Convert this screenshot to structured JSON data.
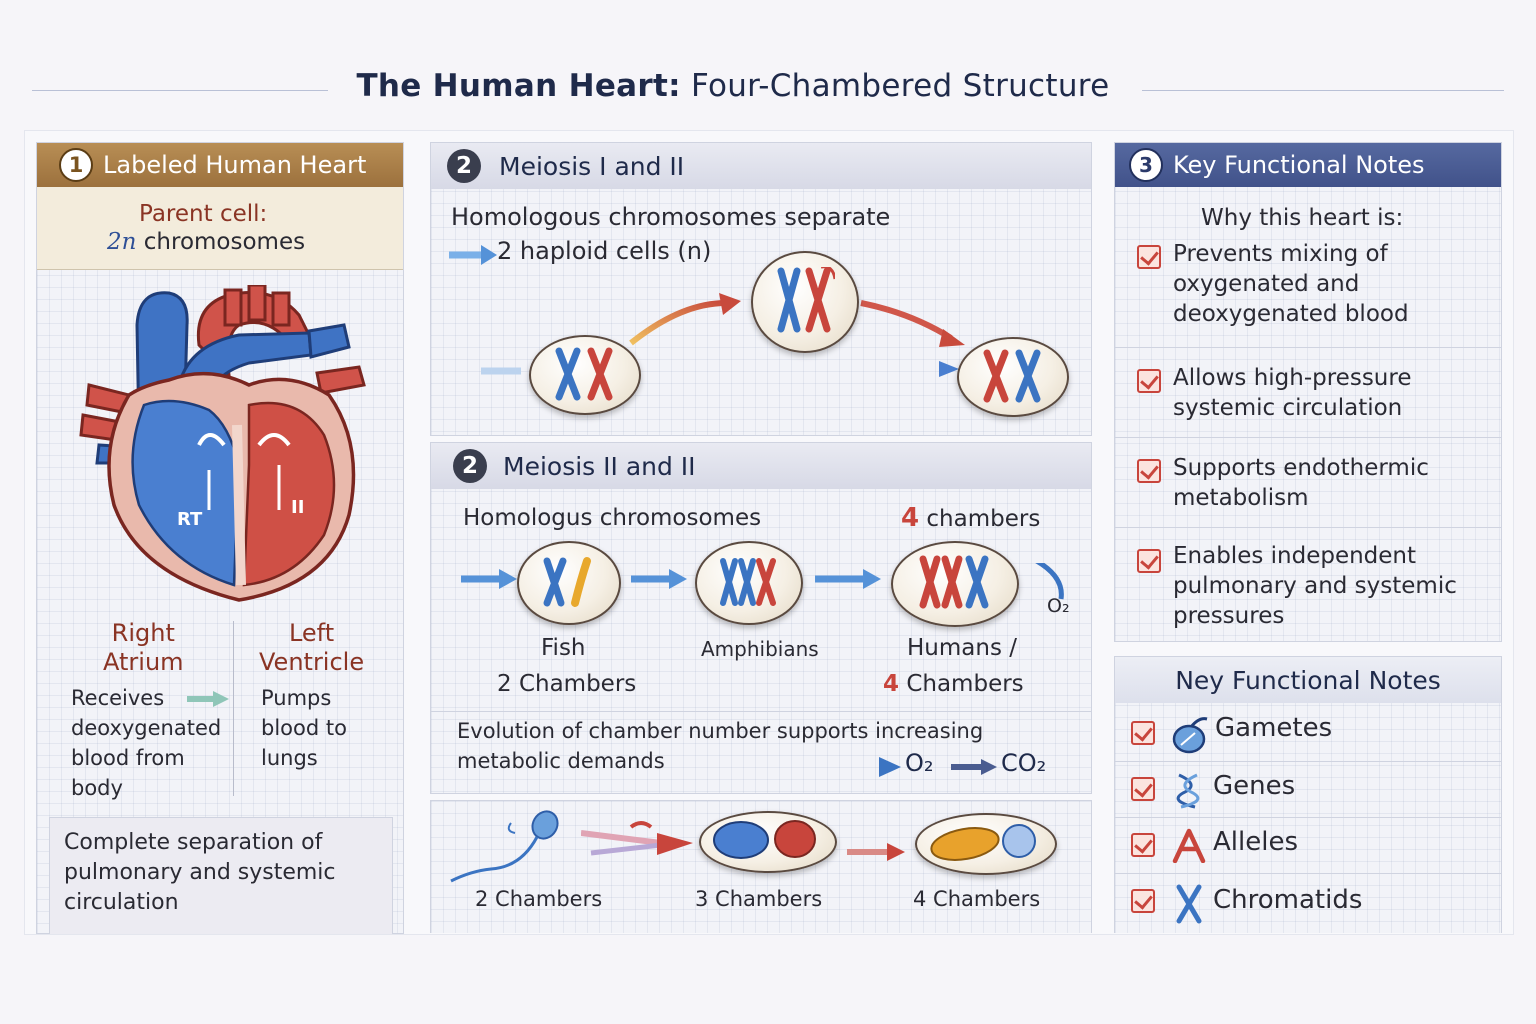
{
  "title": {
    "bold": "The Human Heart:",
    "rest": "Four-Chambered Structure"
  },
  "panel1": {
    "num": "1",
    "header": "Labeled Human Heart",
    "parent_cell_label": "Parent cell:",
    "parent_cell_n": "2n",
    "parent_cell_rest": "chromosomes",
    "heart_labels": {
      "left": "RT",
      "right": "II"
    },
    "right_atrium": {
      "line1": "Right",
      "line2": "Atrium",
      "desc": [
        "Receives",
        "deoxygenated",
        "blood from",
        "body"
      ]
    },
    "left_ventricle": {
      "line1": "Left",
      "line2": "Ventricle",
      "desc": [
        "Pumps",
        "blood to",
        "lungs"
      ]
    },
    "footer": [
      "Complete separation of",
      "pulmonary and systemic",
      "circulation"
    ]
  },
  "panel2a": {
    "num": "2",
    "header": "Meiosis I and II",
    "line1": "Homologous chromosomes separate",
    "line2": "2 haploid cells (n)"
  },
  "panel2b": {
    "num": "2",
    "header": "Meiosis II and II",
    "left_label": "Homologus chromosomes",
    "right_num": "4",
    "right_label": "chambers",
    "o2_label": "O₂",
    "fish": "Fish",
    "fish_chambers": "2 Chambers",
    "amphibians": "Amphibians",
    "humans": "Humans /",
    "humans_num": "4",
    "humans_chambers": "Chambers",
    "evolution_line1": "Evolution of chamber number supports increasing",
    "evolution_line2": "metabolic demands",
    "o2": "O₂",
    "co2": "CO₂"
  },
  "panel2c": {
    "labels": [
      "2 Chambers",
      "3 Chambers",
      "4 Chambers"
    ]
  },
  "panel3": {
    "num": "3",
    "header": "Key Functional Notes",
    "intro": "Why this heart is:",
    "items": [
      [
        "Prevents mixing of",
        "oxygenated and",
        "deoxygenated blood"
      ],
      [
        "Allows high-pressure",
        "systemic circulation"
      ],
      [
        "Supports endothermic",
        "metabolism"
      ],
      [
        "Enables independent",
        "pulmonary and systemic",
        "pressures"
      ]
    ]
  },
  "panel4": {
    "header": "Ney Functional Notes",
    "items": [
      {
        "label": "Gametes",
        "icon": "sperm-icon"
      },
      {
        "label": "Genes",
        "icon": "gene-icon"
      },
      {
        "label": "Alleles",
        "icon": "allele-icon"
      },
      {
        "label": "Chromatids",
        "icon": "chromatid-icon"
      }
    ]
  },
  "colors": {
    "brown_header": "#a77c45",
    "navy_header": "#4a5c90",
    "blue": "#3b74c2",
    "red": "#c8453c"
  }
}
